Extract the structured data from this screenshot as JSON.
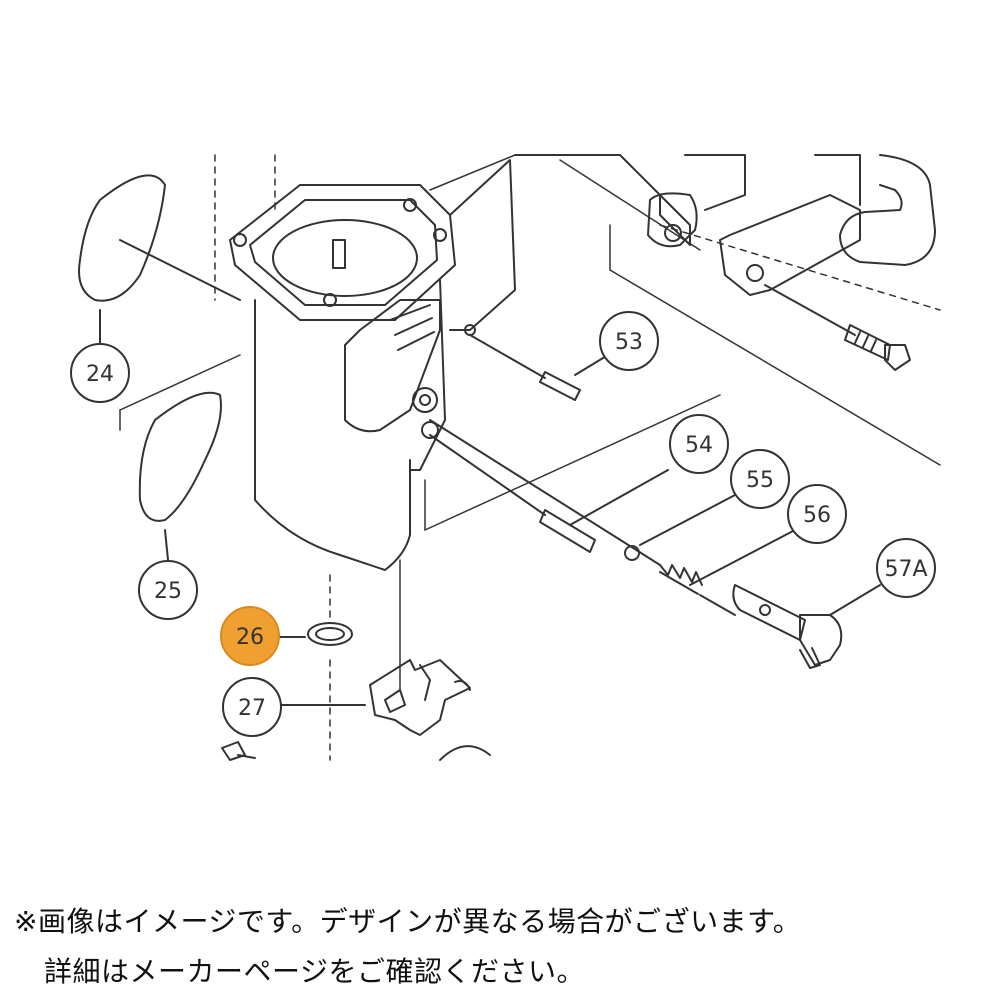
{
  "diagram": {
    "callouts": [
      {
        "id": "24",
        "label": "24"
      },
      {
        "id": "25",
        "label": "25"
      },
      {
        "id": "26",
        "label": "26",
        "highlight": true
      },
      {
        "id": "27",
        "label": "27"
      },
      {
        "id": "53",
        "label": "53"
      },
      {
        "id": "54",
        "label": "54"
      },
      {
        "id": "55",
        "label": "55"
      },
      {
        "id": "56",
        "label": "56"
      },
      {
        "id": "57A",
        "label": "57A"
      }
    ],
    "highlight_color": "#f0a030",
    "line_color": "#333333"
  },
  "note": {
    "line1": "※画像はイメージです。デザインが異なる場合がございます。",
    "line2": "詳細はメーカーページをご確認ください。"
  }
}
